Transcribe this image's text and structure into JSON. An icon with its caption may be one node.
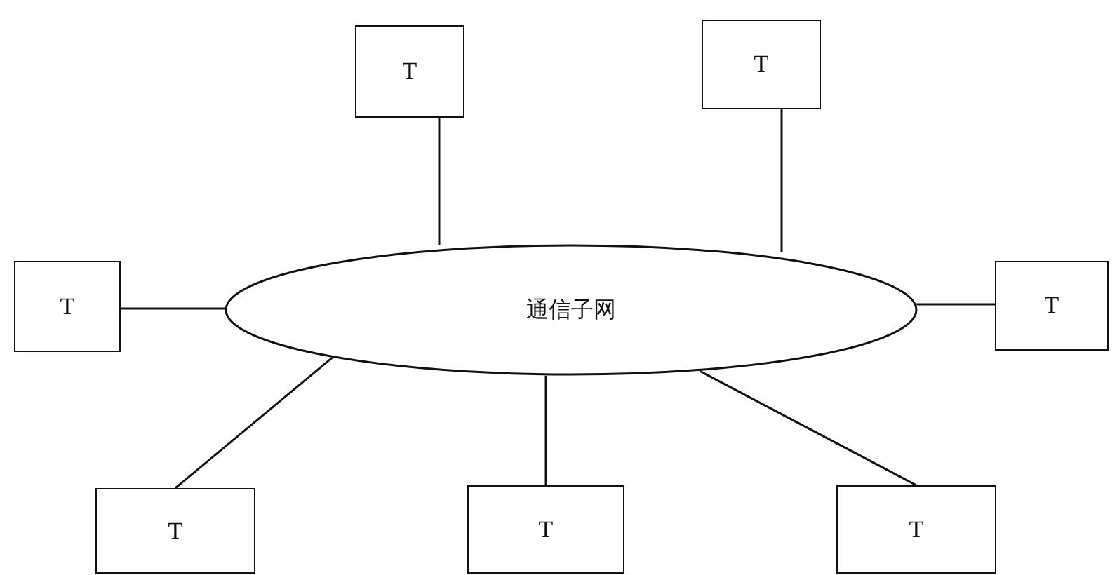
{
  "diagram": {
    "nodes": [
      {
        "text": [
          "T"
        ]
      },
      {
        "text": [
          "T"
        ]
      },
      {
        "text": [
          "T"
        ]
      },
      {
        "text": [
          "通信子网"
        ]
      },
      {
        "text": [
          "T"
        ]
      },
      {
        "text": [
          "T"
        ]
      },
      {
        "text": [
          "T"
        ]
      },
      {
        "text": [
          "T"
        ]
      }
    ],
    "edges": [
      {
        "from": 0,
        "to": 3,
        "arrow": "none"
      },
      {
        "from": 1,
        "to": 3,
        "arrow": "none"
      },
      {
        "from": 2,
        "to": 3,
        "arrow": "none"
      },
      {
        "from": 4,
        "to": 3,
        "arrow": "none"
      },
      {
        "from": 5,
        "to": 3,
        "arrow": "none"
      },
      {
        "from": 6,
        "to": 3,
        "arrow": "none"
      },
      {
        "from": 7,
        "to": 3,
        "arrow": "none"
      }
    ]
  }
}
